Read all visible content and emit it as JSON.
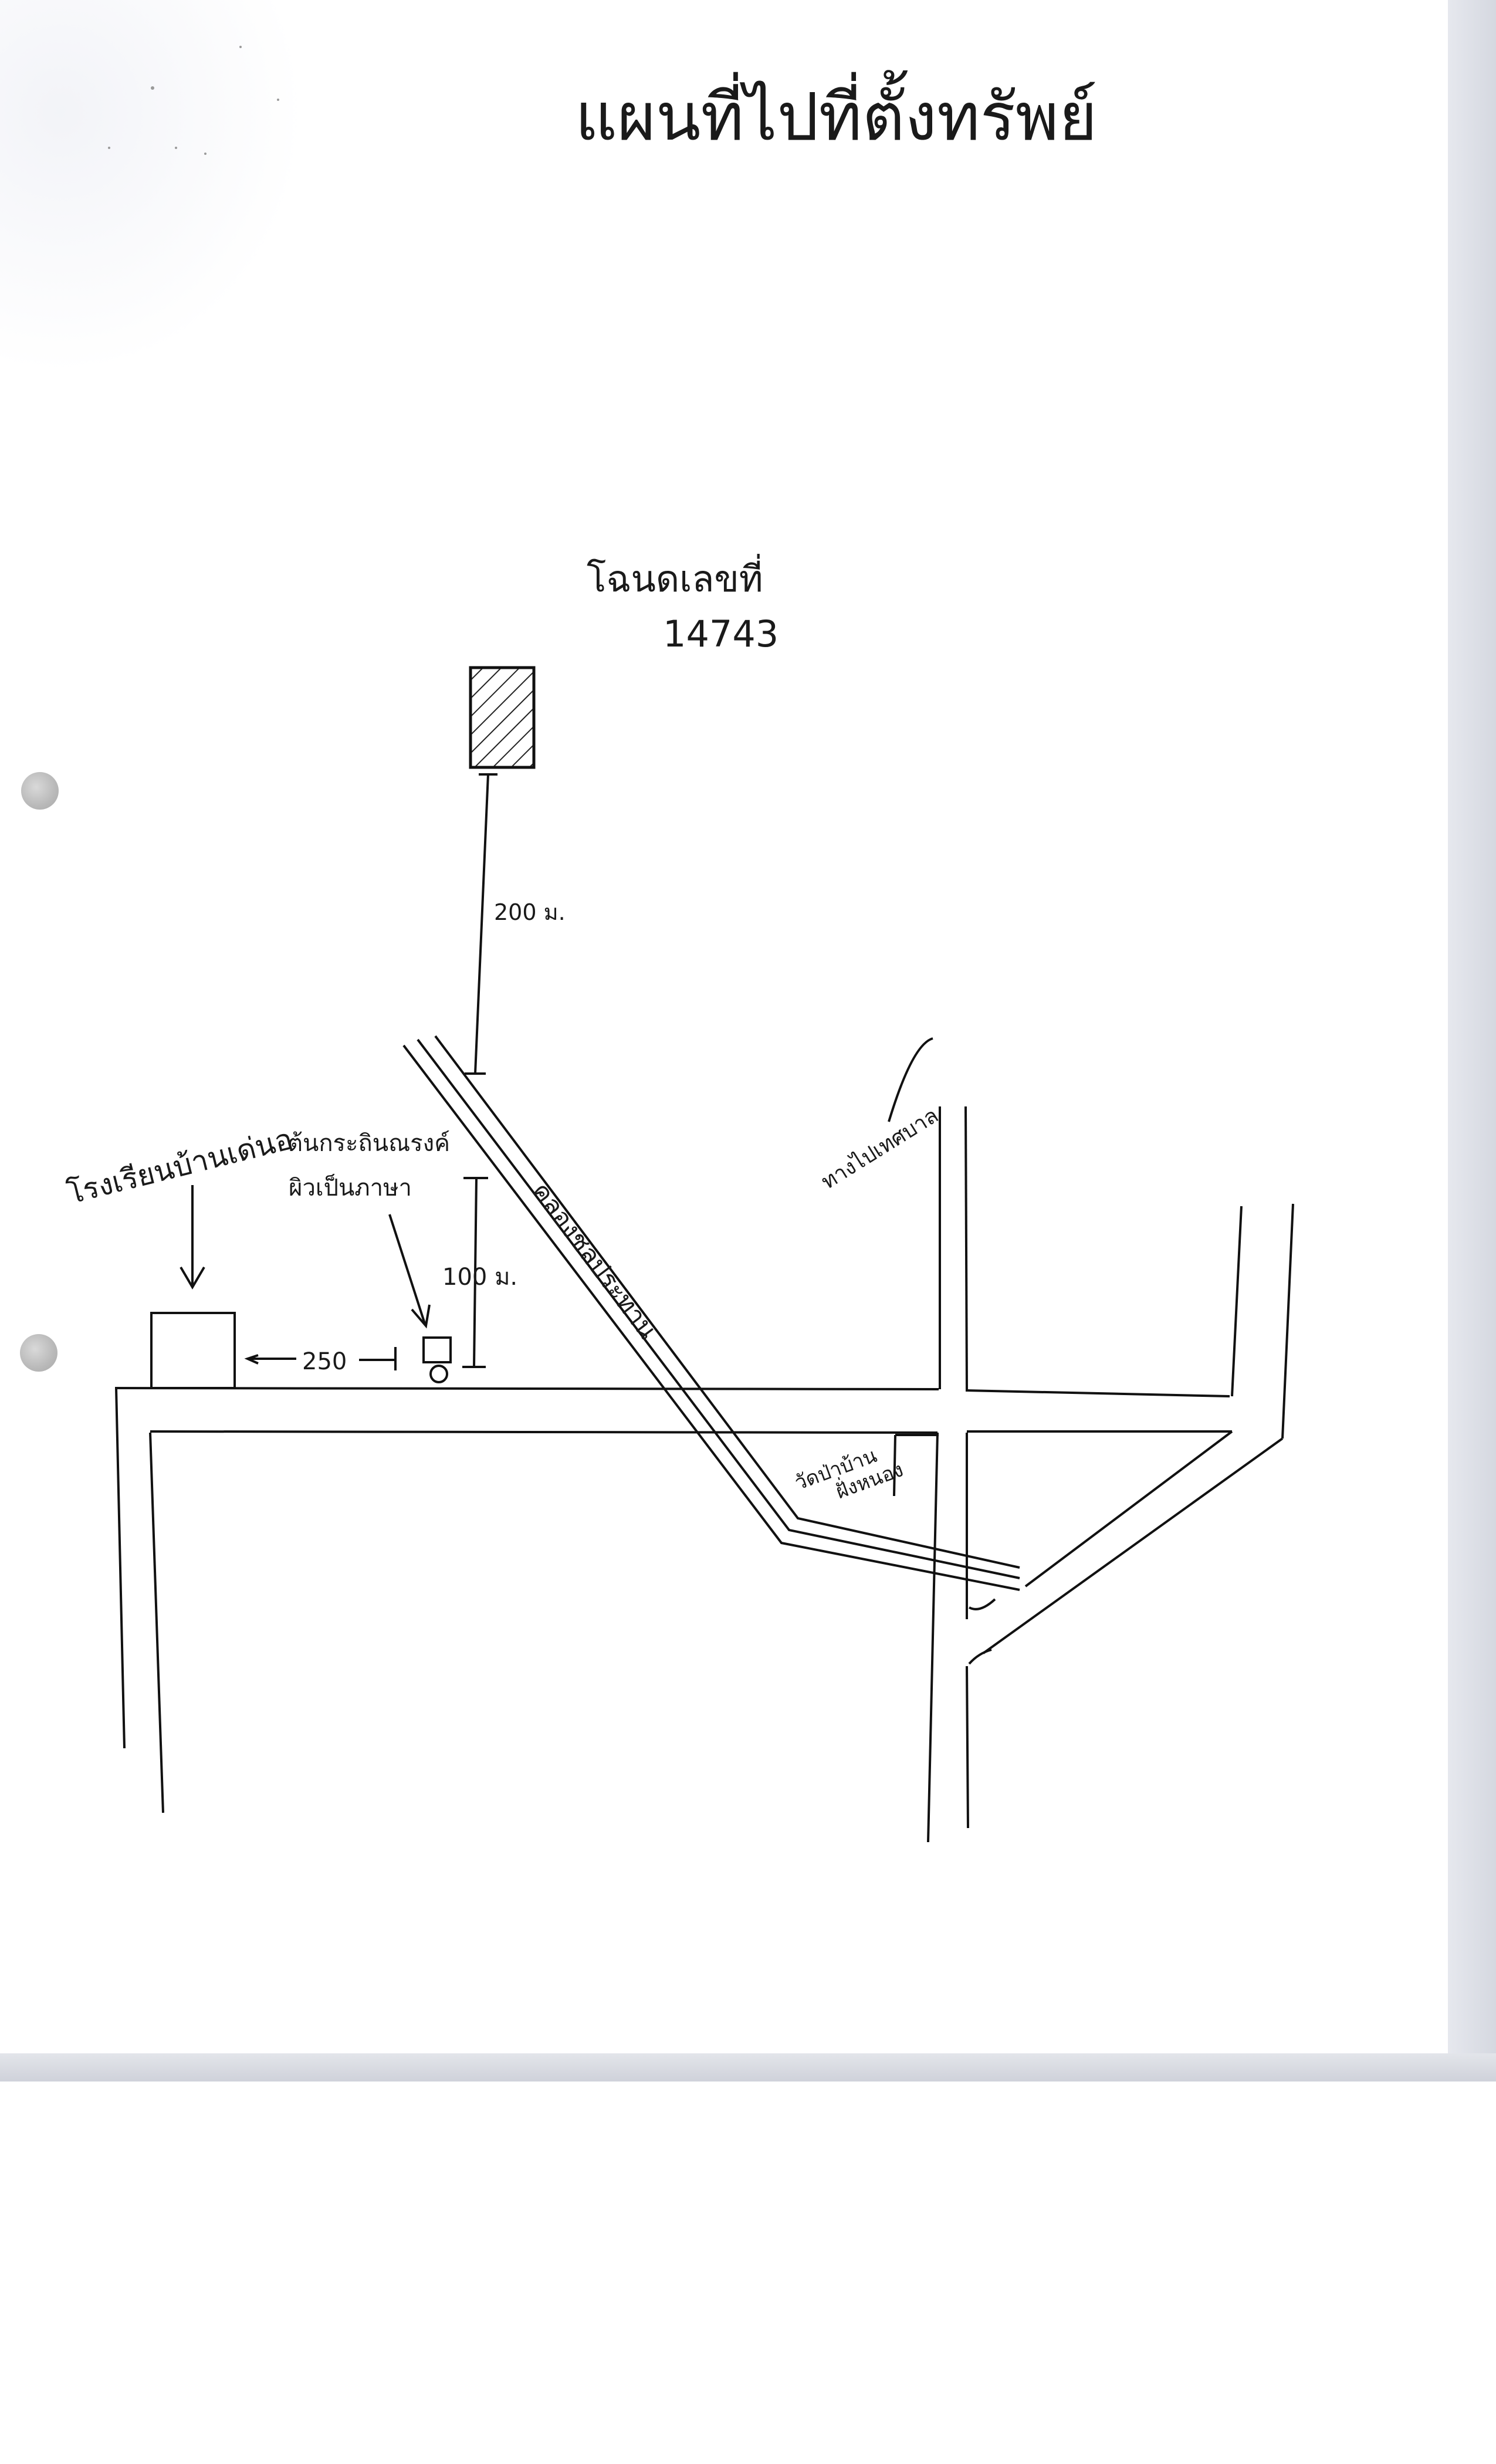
{
  "map": {
    "title": "แผนที่ไปที่ตั้งทรัพย์",
    "deed_label": "โฉนดเลขที่",
    "deed_number": "14743",
    "dist_plot": "200 ม.",
    "left_landmark": "โรงเรียนบ้านเด่นอ",
    "tree_label_1": "ต้นกระถินณรงค์",
    "tree_label_2": "ผิวเป็นภาษา",
    "dist_tree": "100 ม.",
    "dist_250": "250",
    "canal_label": "คลองชลประทาน",
    "to_label": "ทางไปเทศบาล",
    "market_label_1": "วัดป่าบ้าน",
    "market_label_2": "ฝั่งหนอง"
  }
}
